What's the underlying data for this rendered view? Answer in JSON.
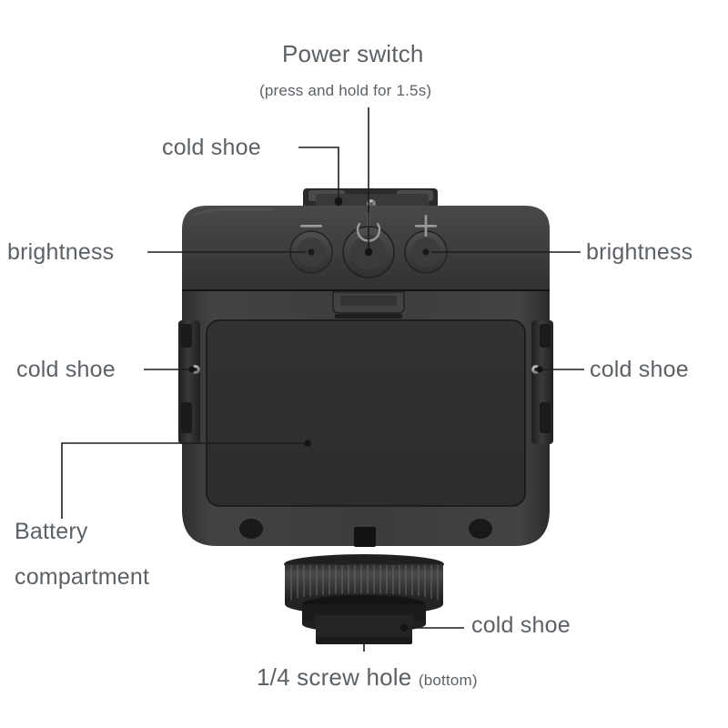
{
  "diagram": {
    "subject": "LED video light - rear view callout diagram",
    "background_color": "#ffffff",
    "label_color": "#5c6166",
    "leader_color": "#1d1d1f",
    "body_color": "#3a3a3c",
    "battery_door_color": "#333335"
  },
  "labels": {
    "power_switch": "Power switch",
    "power_switch_note": "(press and hold for 1.5s)",
    "cold_shoe_top": "cold shoe",
    "brightness_left": "brightness",
    "brightness_right": "brightness",
    "cold_shoe_left": "cold shoe",
    "cold_shoe_right": "cold shoe",
    "battery_line1": "Battery",
    "battery_line2": "compartment",
    "cold_shoe_bottom": "cold shoe",
    "screw_hole": "1/4 screw hole",
    "screw_hole_note": "(bottom)"
  },
  "controls": {
    "minus_symbol": "−",
    "plus_symbol": "+",
    "power_symbol": "power-icon"
  },
  "icons": {
    "minus": "minus-icon",
    "plus": "plus-icon",
    "power": "power-icon"
  }
}
